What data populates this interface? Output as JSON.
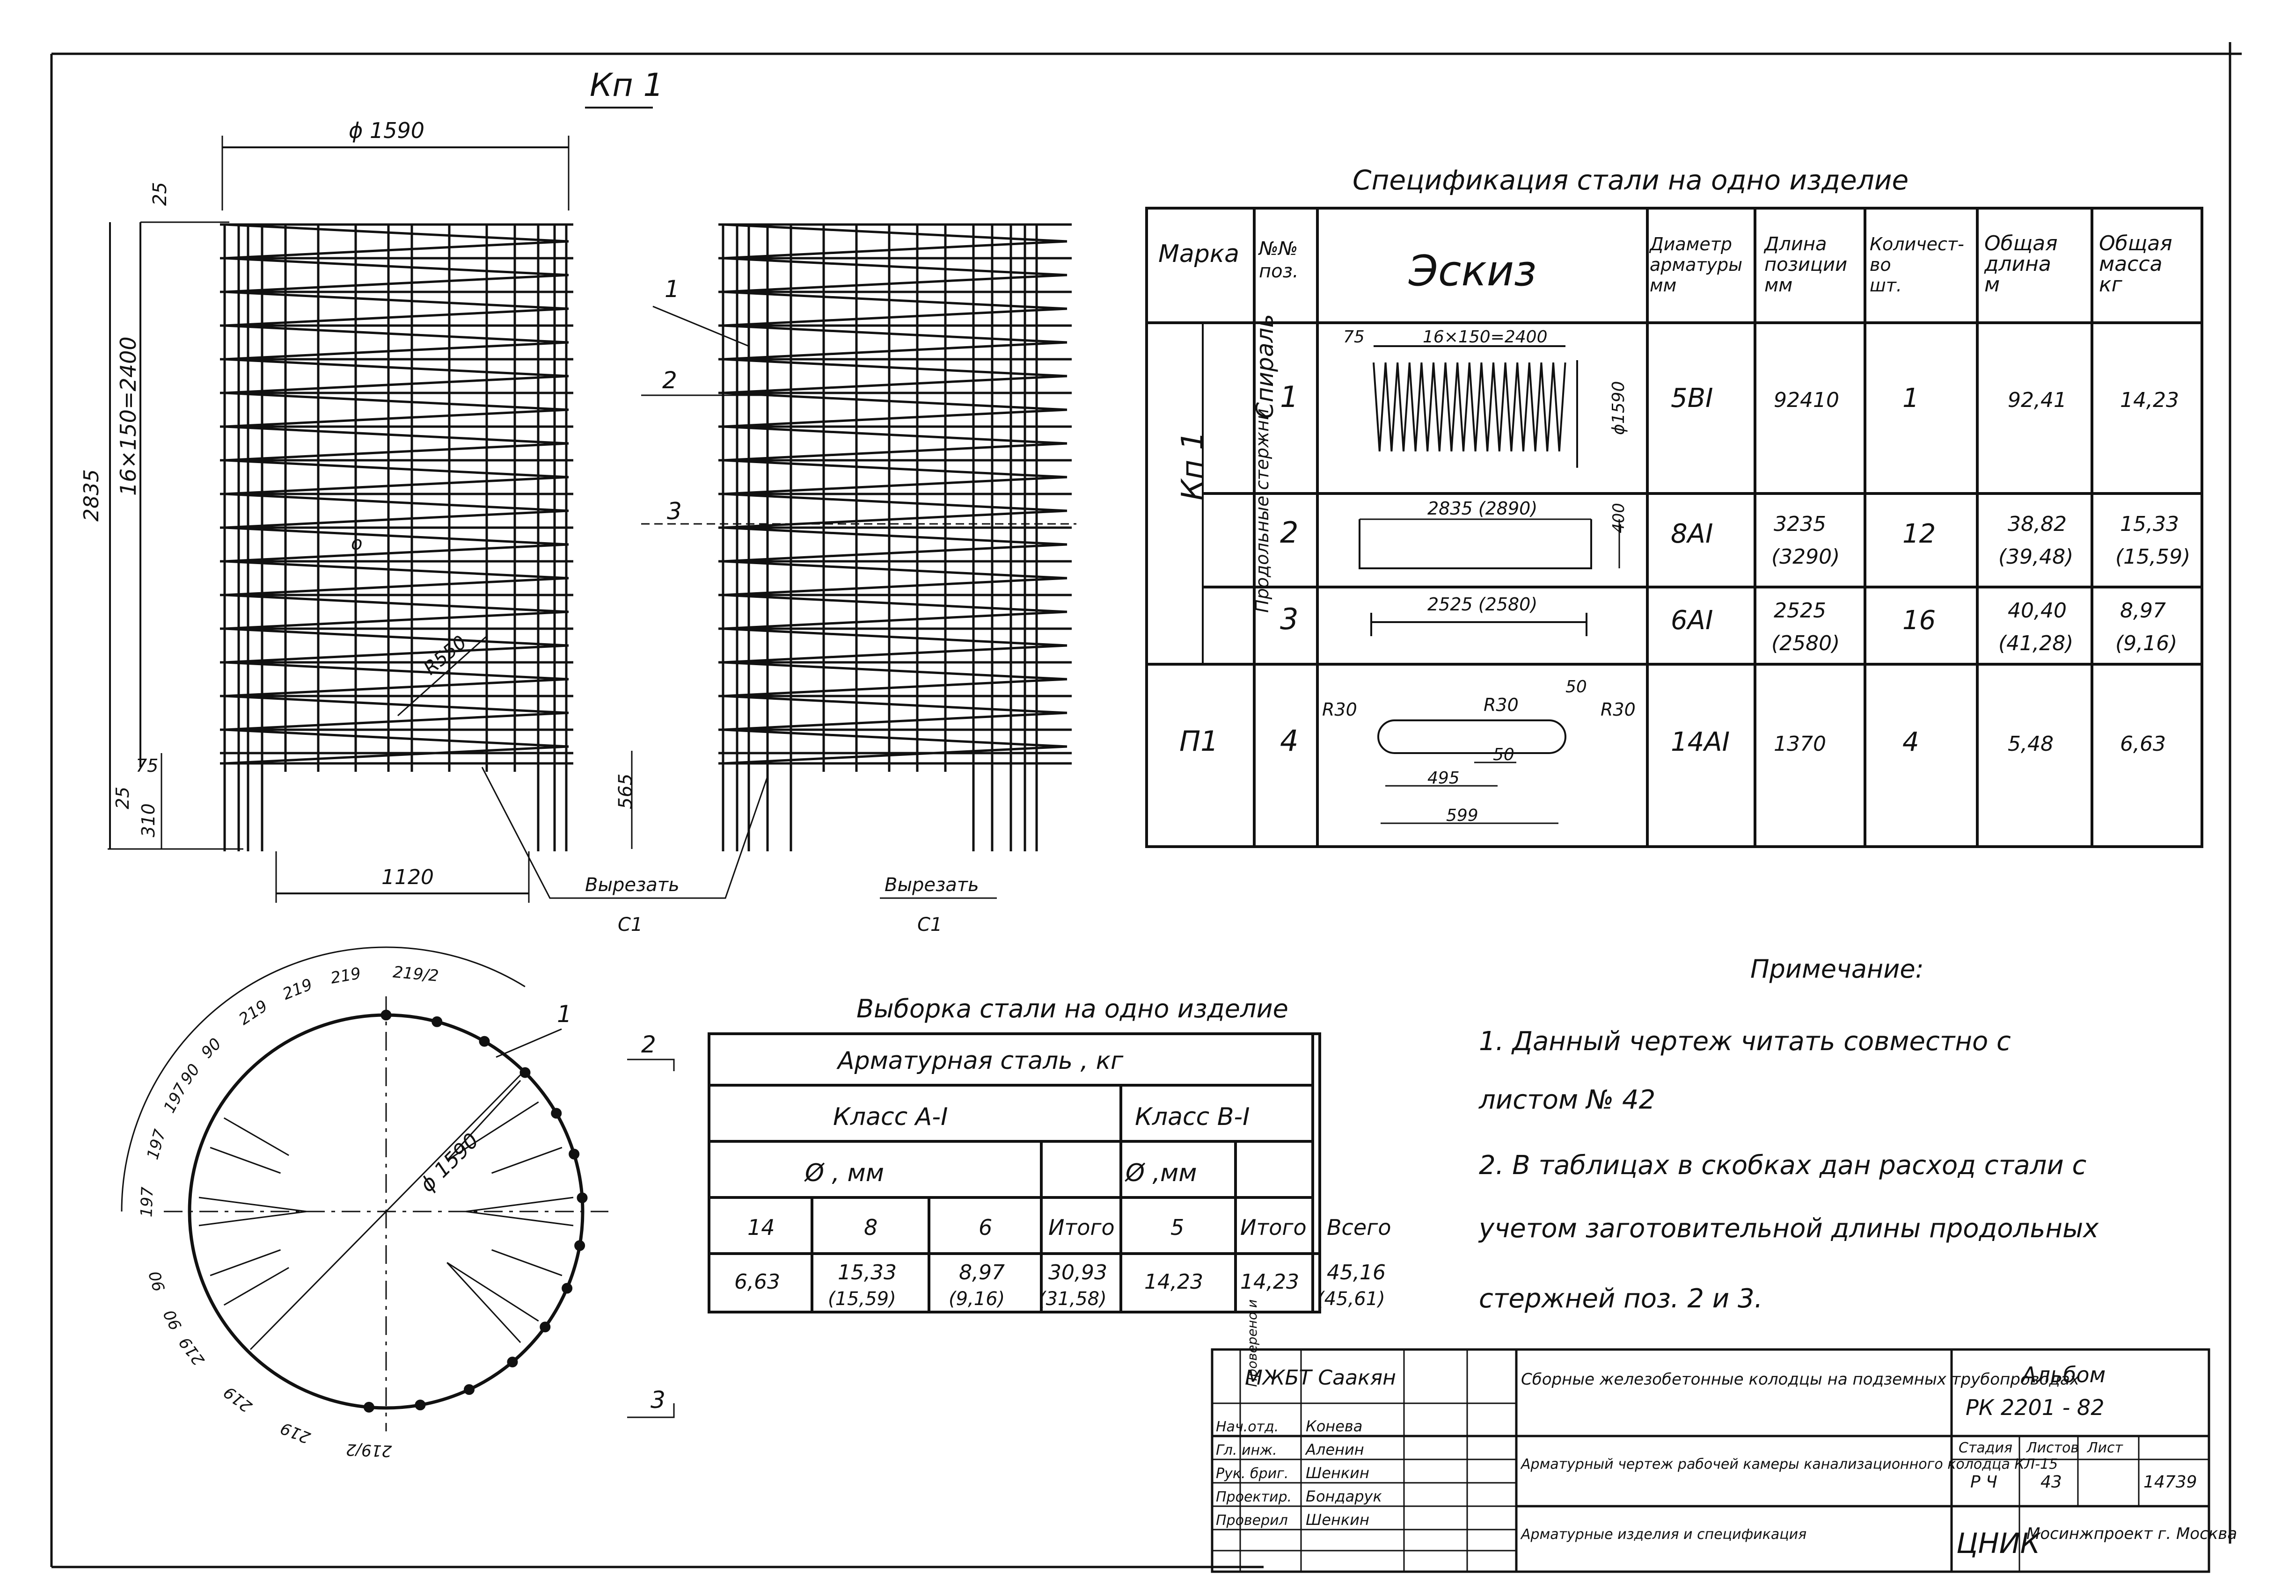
{
  "drawing": {
    "title": "Кп 1",
    "dims": {
      "diameter": "ϕ 1590",
      "top_offset": "25",
      "height_total": "2835",
      "pitch": "16×150=2400",
      "bottom_75": "75",
      "bottom_25": "25",
      "bottom_310": "310",
      "right_565": "565",
      "width_1120": "1120",
      "radius": "R550",
      "circle_diameter": "ϕ 1590",
      "circle_label": "o"
    },
    "pos_labels": [
      "1",
      "2",
      "3"
    ],
    "cut_note_1": [
      "Вырезать",
      "С1"
    ],
    "cut_note_2": [
      "Вырезать",
      "С1"
    ],
    "arc_dims": [
      "219/2",
      "219",
      "219",
      "219",
      "90",
      "90",
      "197",
      "197",
      "197",
      "90",
      "90",
      "219",
      "219",
      "219",
      "219/2"
    ]
  },
  "spec": {
    "title": "Спецификация стали на одно изделие",
    "headers": [
      "Марка",
      "№№ поз.",
      "Эскиз",
      "Диаметр арматуры мм",
      "Длина позиции мм",
      "Количест- во шт.",
      "Общая длина м",
      "Общая масса кг"
    ],
    "group_kp1": "Кп 1",
    "sub_spiral": "Спираль",
    "sub_long": "Продольные стержни",
    "group_p1": "П1",
    "rows": [
      {
        "pos": "1",
        "dia": "5ВI",
        "len": "92410",
        "qty": "1",
        "tlen": "92,41",
        "mass": "14,23"
      },
      {
        "pos": "2",
        "dia": "8АI",
        "len": "3235",
        "len2": "(3290)",
        "qty": "12",
        "tlen": "38,82",
        "tlen2": "(39,48)",
        "mass": "15,33",
        "mass2": "(15,59)"
      },
      {
        "pos": "3",
        "dia": "6АI",
        "len": "2525",
        "len2": "(2580)",
        "qty": "16",
        "tlen": "40,40",
        "tlen2": "(41,28)",
        "mass": "8,97",
        "mass2": "(9,16)"
      },
      {
        "pos": "4",
        "dia": "14АI",
        "len": "1370",
        "qty": "4",
        "tlen": "5,48",
        "mass": "6,63"
      }
    ],
    "sketch": {
      "s1_pitch": "16×150=2400",
      "s1_75": "75",
      "s1_dia": "ϕ1590",
      "s2_len": "2835 (2890)",
      "s2_h": "400",
      "s3_len": "2525 (2580)",
      "s4_r1": "R30",
      "s4_r2": "R30",
      "s4_r3": "R30",
      "s4_50a": "50",
      "s4_50b": "50",
      "s4_495": "495",
      "s4_599": "599"
    }
  },
  "vyborka": {
    "title": "Выборка стали на одно изделие",
    "h_main": "Арматурная сталь , кг",
    "h_a1": "Класс А-I",
    "h_b1": "Класс В-I",
    "h_phi_a": "Ø , мм",
    "h_phi_b": "Ø ,мм",
    "cols": [
      "14",
      "8",
      "6",
      "Итого",
      "5",
      "Итого",
      "Всего"
    ],
    "vals": [
      "6,63",
      "15,33",
      "8,97",
      "30,93",
      "14,23",
      "14,23",
      "45,16"
    ],
    "vals2": [
      "",
      "(15,59)",
      "(9,16)",
      "(31,58)",
      "",
      "",
      "(45,61)"
    ]
  },
  "notes": {
    "title": "Примечание:",
    "lines": [
      "1. Данный чертеж читать совместно с",
      "листом № 42",
      "2. В таблицах в скобках дан расход стали с",
      "учетом заготовительной длины продольных",
      "стержней поз. 2 и 3."
    ]
  },
  "titleblock": {
    "rows": [
      {
        "role": "",
        "name": "МЖБТ Саакян"
      },
      {
        "role": "Нач.отд.",
        "name": "Конева"
      },
      {
        "role": "Гл. инж.",
        "name": "Аленин"
      },
      {
        "role": "Рук. бриг.",
        "name": "Шенкин"
      },
      {
        "role": "Проектир.",
        "name": "Бондарук"
      },
      {
        "role": "Проверил",
        "name": "Шенкин"
      }
    ],
    "side_label": "Проверено и",
    "object": "Сборные железобетонные колодцы на подземных трубопроводах",
    "sheet_title": "Арматурный чертеж рабочей камеры канализационного колодца КЛ-15",
    "sheet_sub": "Арматурные изделия и спецификация",
    "album": "Альбом",
    "album_code": "РК 2201 - 82",
    "stage_h": "Стадия",
    "sheet_h": "Листов",
    "list_h": "Лист",
    "stage": "Р Ч",
    "sheet_no": "43",
    "list_no": "14739",
    "org1": "ЦНИК",
    "org2": "Мосинжпроект г. Москва"
  }
}
